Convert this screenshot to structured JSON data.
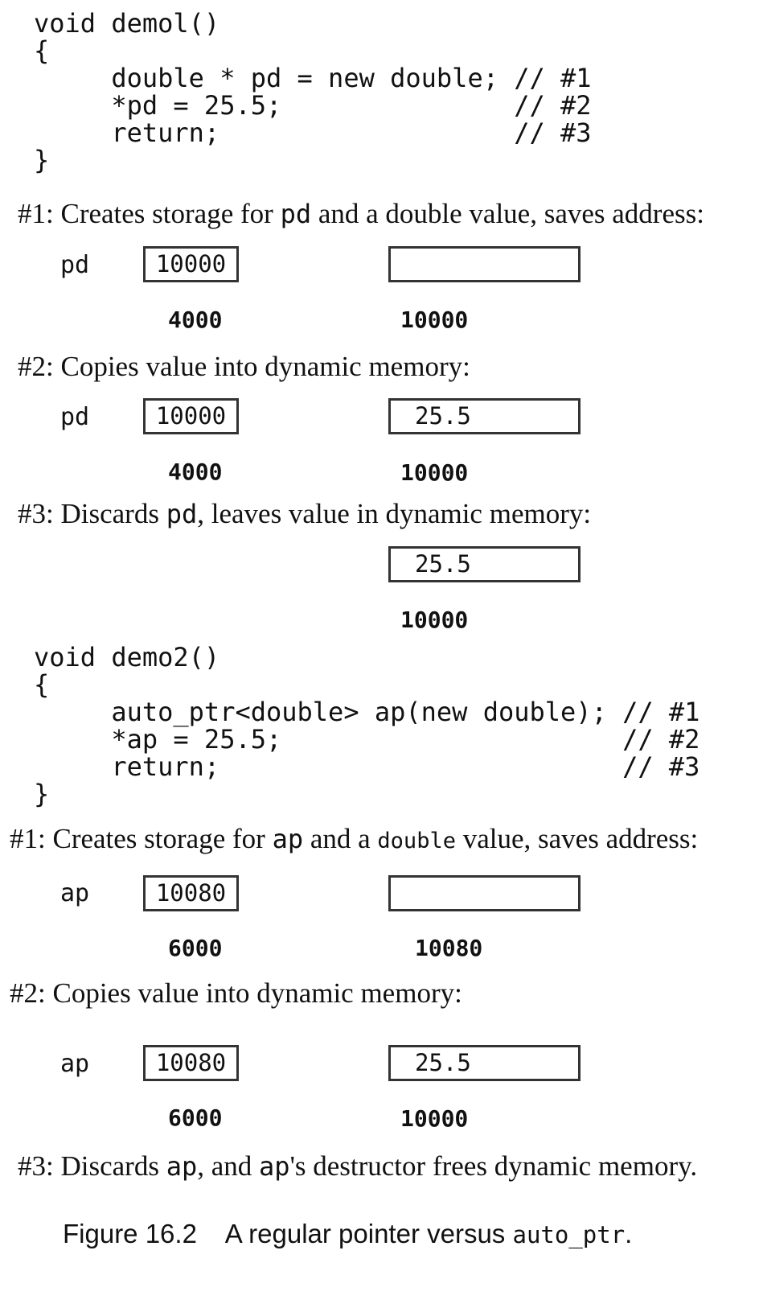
{
  "demo1": {
    "code_lines": [
      "void demol()",
      "{",
      "     double * pd = new double; // #1",
      "     *pd = 25.5;               // #2",
      "     return;                   // #3",
      "}"
    ],
    "step1": {
      "label": "#1: Creates storage for ",
      "var": "pd",
      "rest": " and a double value, saves address:",
      "pointer_name": "pd",
      "pointer_value": "10000",
      "pointer_address": "4000",
      "heap_value": "",
      "heap_address": "10000"
    },
    "step2": {
      "label": "#2: Copies value into dynamic memory:",
      "pointer_name": "pd",
      "pointer_value": "10000",
      "pointer_address": "4000",
      "heap_value": "25.5",
      "heap_address": "10000"
    },
    "step3": {
      "label": "#3: Discards ",
      "var": "pd",
      "rest": ", leaves value in dynamic memory:",
      "heap_value": "25.5",
      "heap_address": "10000"
    }
  },
  "demo2": {
    "code_lines": [
      "void demo2()",
      "{",
      "     auto_ptr<double> ap(new double); // #1",
      "     *ap = 25.5;                      // #2",
      "     return;                          // #3",
      "}"
    ],
    "step1": {
      "label": "#1: Creates storage for ",
      "var": "ap",
      "mid": " and a ",
      "type": "double",
      "rest": " value, saves address:",
      "pointer_name": "ap",
      "pointer_value": "10080",
      "pointer_address": "6000",
      "heap_value": "",
      "heap_address": "10080"
    },
    "step2": {
      "label": "#2: Copies value into dynamic memory:",
      "pointer_name": "ap",
      "pointer_value": "10080",
      "pointer_address": "6000",
      "heap_value": "25.5",
      "heap_address": "10000"
    },
    "step3": {
      "label": "#3: Discards ",
      "var": "ap",
      "mid": ", and ",
      "var2": "ap",
      "rest": "'s destructor frees dynamic memory."
    }
  },
  "caption": {
    "figure": "Figure 16.2",
    "text": "A regular pointer versus ",
    "code": "auto_ptr",
    "end": "."
  }
}
